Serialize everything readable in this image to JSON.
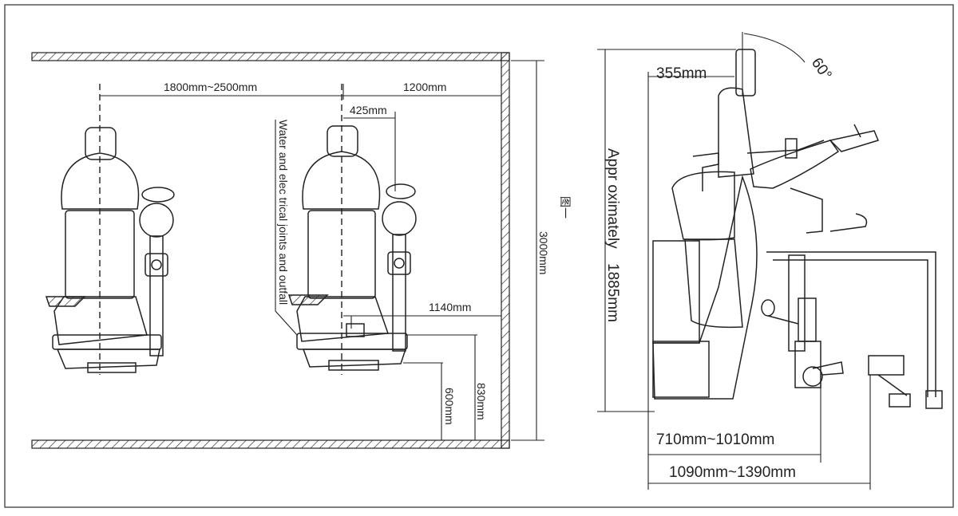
{
  "plan_view": {
    "dim_left_span": "1800mm~2500mm",
    "dim_right_span": "1200mm",
    "dim_offset": "425mm",
    "dim_room_depth": "3000mm",
    "dim_service_x": "1140mm",
    "dim_height_830": "830mm",
    "dim_height_600": "600mm",
    "note_utilities": "Water and elec trical joints and outfall",
    "figure_label": "图一"
  },
  "side_view": {
    "dim_top": "355mm",
    "angle": "60°",
    "dim_height_label": "Appr oximately",
    "dim_height_value": "1885mm",
    "dim_width_1": "710mm~1010mm",
    "dim_width_2": "1090mm~1390mm"
  }
}
